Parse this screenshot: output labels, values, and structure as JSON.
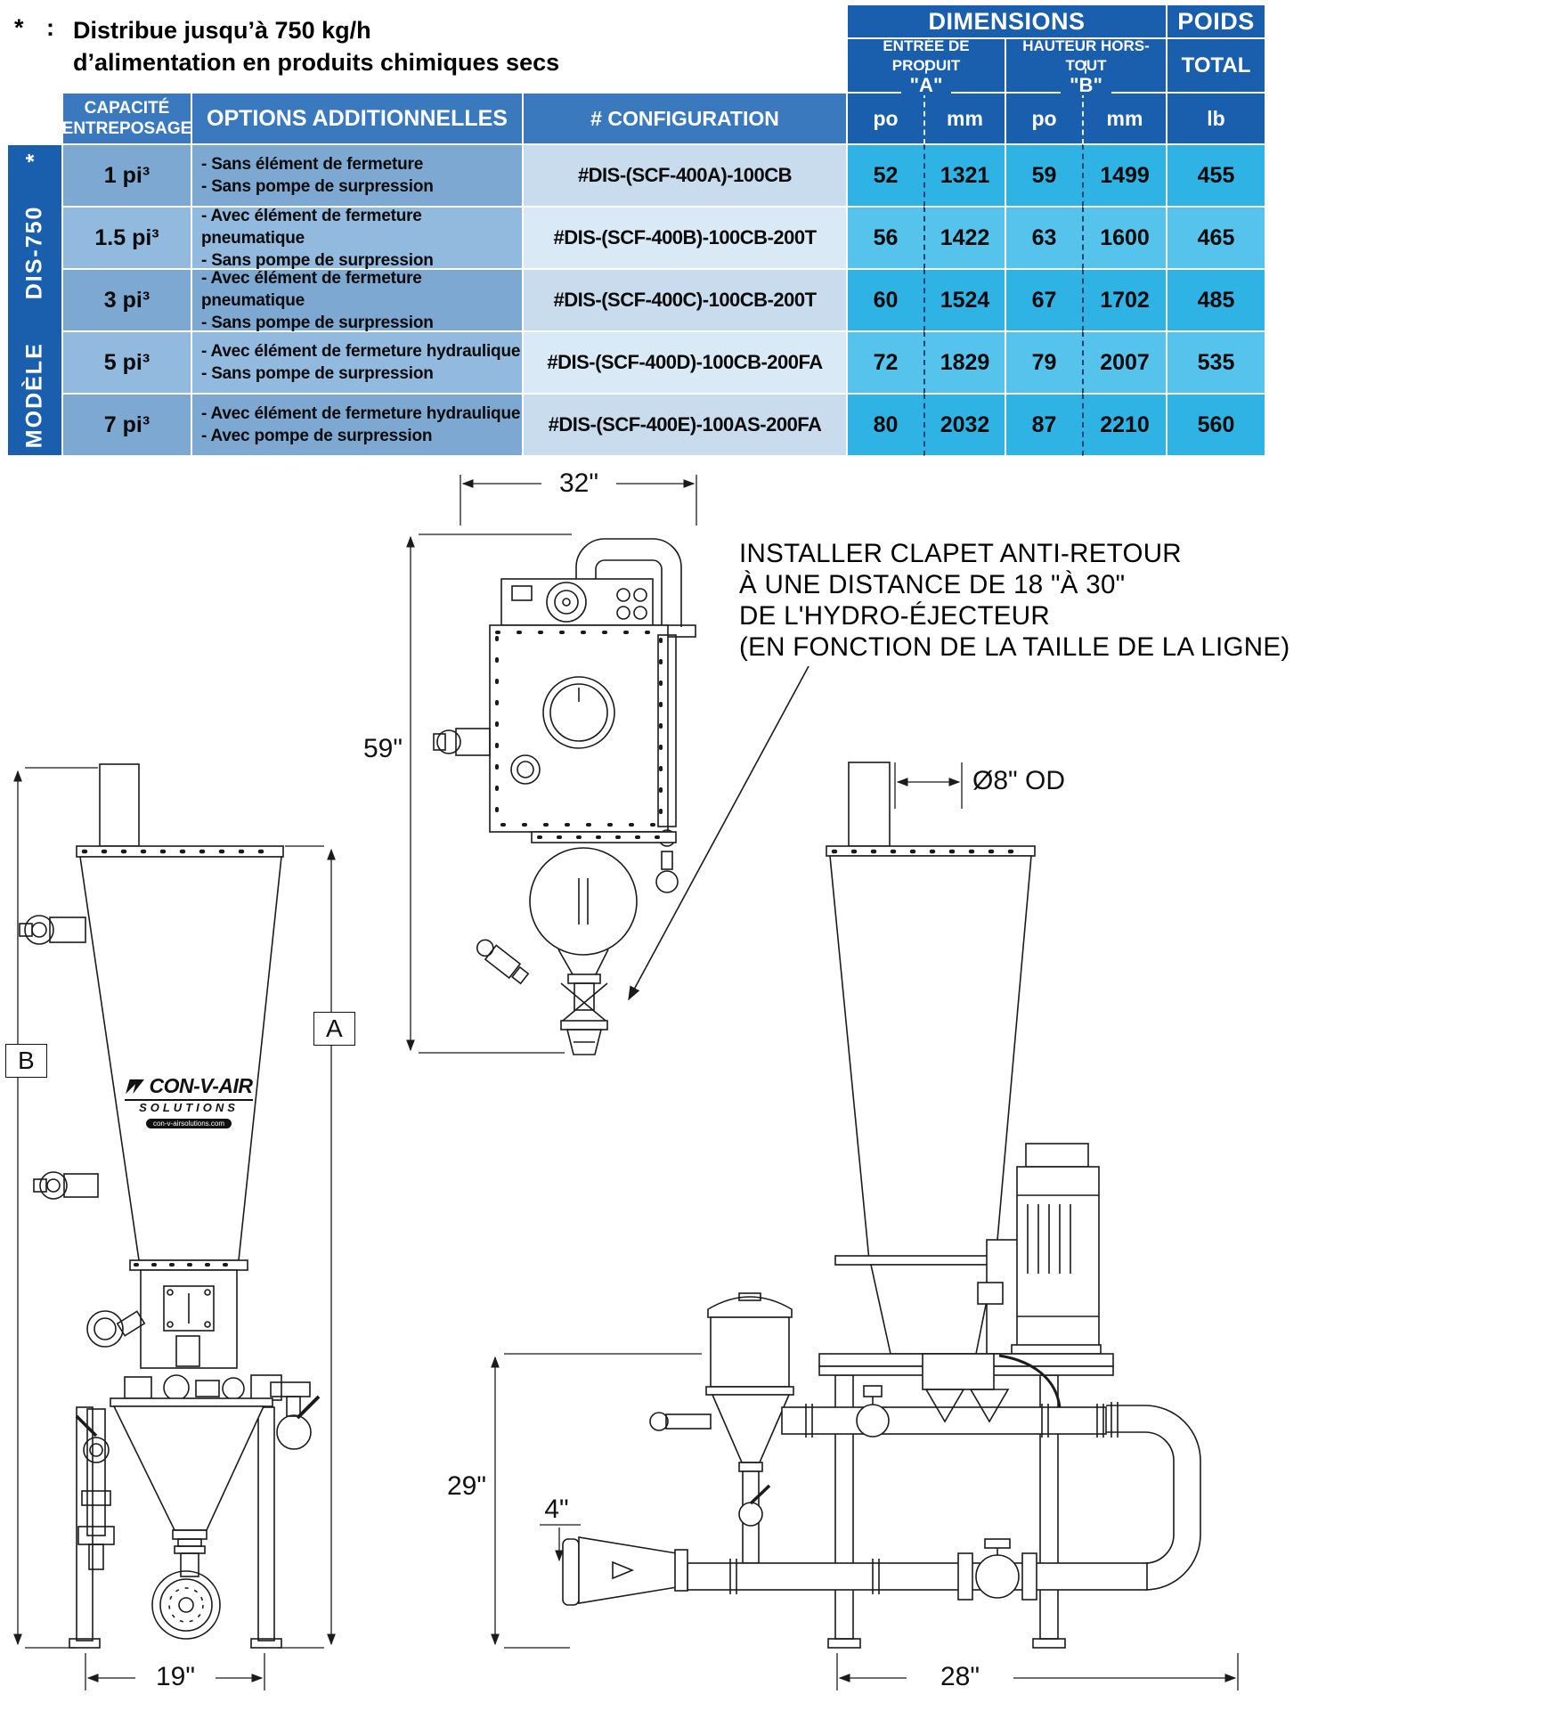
{
  "note": {
    "star": "*",
    "colon": ":",
    "line1": "Distribue jusqu’à 750 kg/h",
    "line2": "d’alimentation en produits chimiques secs"
  },
  "colors": {
    "header_dark": "#1A5FAE",
    "header_medium": "#3B79BF",
    "row_blue": "#7DA8D1",
    "row_blue_alt": "#92B9DE",
    "config_blue": "#C9DCEE",
    "config_blue_alt": "#DAE9F6",
    "value_cyan": "#2FB3E5",
    "value_cyan_alt": "#55C3EC"
  },
  "table": {
    "model": {
      "line1": "MODÈLE",
      "line2": "DIS-750",
      "star": "*"
    },
    "headers": {
      "dimensions": "DIMENSIONS",
      "poids": "POIDS",
      "entree": "ENTRÉE DE PRODUIT",
      "entree_ref": "\"A\"",
      "hauteur": "HAUTEUR HORS-TOUT",
      "hauteur_ref": "\"B\"",
      "total": "TOTAL",
      "cap_line1": "CAPACITÉ",
      "cap_line2": "ENTREPOSAGE",
      "options": "OPTIONS ADDITIONNELLES",
      "configuration": "# CONFIGURATION",
      "po": "po",
      "mm": "mm",
      "lb": "lb"
    },
    "rows": [
      {
        "capacity": "1 pi³",
        "options": [
          "- Sans élément de fermeture",
          "- Sans pompe de surpression"
        ],
        "configuration": "#DIS-(SCF-400A)-100CB",
        "a_po": "52",
        "a_mm": "1321",
        "b_po": "59",
        "b_mm": "1499",
        "weight": "455"
      },
      {
        "capacity": "1.5 pi³",
        "options": [
          "- Avec élément de fermeture pneumatique",
          "- Sans pompe de surpression"
        ],
        "configuration": "#DIS-(SCF-400B)-100CB-200T",
        "a_po": "56",
        "a_mm": "1422",
        "b_po": "63",
        "b_mm": "1600",
        "weight": "465"
      },
      {
        "capacity": "3 pi³",
        "options": [
          "- Avec élément de fermeture pneumatique",
          "- Sans pompe de surpression"
        ],
        "configuration": "#DIS-(SCF-400C)-100CB-200T",
        "a_po": "60",
        "a_mm": "1524",
        "b_po": "67",
        "b_mm": "1702",
        "weight": "485"
      },
      {
        "capacity": "5 pi³",
        "options": [
          "- Avec élément de fermeture hydraulique",
          "- Sans pompe de surpression"
        ],
        "configuration": "#DIS-(SCF-400D)-100CB-200FA",
        "a_po": "72",
        "a_mm": "1829",
        "b_po": "79",
        "b_mm": "2007",
        "weight": "535"
      },
      {
        "capacity": "7 pi³",
        "options": [
          "- Avec élément de fermeture hydraulique",
          "- Avec pompe de surpression"
        ],
        "configuration": "#DIS-(SCF-400E)-100AS-200FA",
        "a_po": "80",
        "a_mm": "2032",
        "b_po": "87",
        "b_mm": "2210",
        "weight": "560"
      }
    ]
  },
  "drawing": {
    "annotation": {
      "line1": "INSTALLER CLAPET ANTI-RETOUR",
      "line2": "À UNE DISTANCE DE 18 \"À 30\"",
      "line3": "DE L'HYDRO-ÉJECTEUR",
      "line4": "(EN FONCTION DE LA TAILLE DE LA LIGNE)"
    },
    "logo": {
      "name": "CON-V-AIR",
      "sub": "SOLUTIONS",
      "site": "con-v-airsolutions.com"
    },
    "dims": {
      "top_width": "32\"",
      "receiver_height": "59\"",
      "b_label": "B",
      "a_label": "A",
      "base_width_left": "19\"",
      "pipe_od": "Ø8\" OD",
      "frame_height": "29\"",
      "pipe_size": "4\"",
      "base_width_right": "28\""
    }
  }
}
